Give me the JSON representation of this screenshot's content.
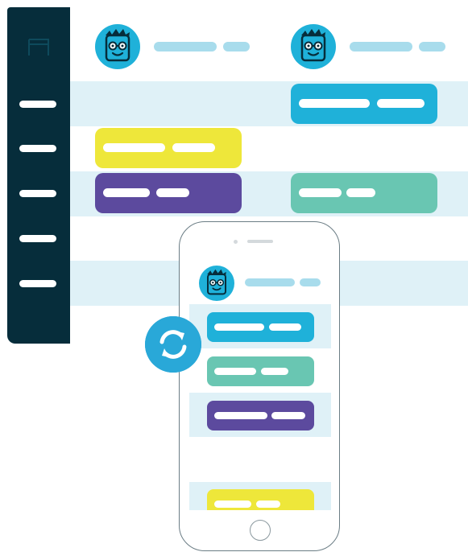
{
  "colors": {
    "sidebar": "#062d3b",
    "band": "#dff1f7",
    "placeholder": "#a8dcec",
    "blue": "#1fb1d9",
    "yellow": "#eee73a",
    "purple": "#5c4a9e",
    "teal": "#69c6b2",
    "sync_badge": "#29a8d8"
  },
  "icons": {
    "sidebar_top": "window-icon",
    "avatar": "nerd-avatar-icon",
    "sync": "sync-arrows-icon",
    "home": "home-button-icon"
  },
  "sidebar": {
    "items": 5
  },
  "columns": 2,
  "mobile": {
    "rows": 5
  }
}
